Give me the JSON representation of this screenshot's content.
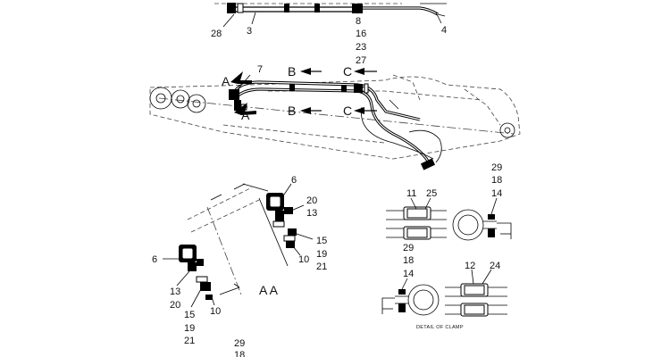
{
  "callouts_top": {
    "c28": "28",
    "c3": "3",
    "c8": "8",
    "c16": "16",
    "c23": "23",
    "c27": "27",
    "c4": "4"
  },
  "section_markers": {
    "a_top": "A",
    "a_bottom": "A",
    "b_top": "B",
    "b_bottom": "B",
    "c_top": "C",
    "c_bottom": "C",
    "c7": "7"
  },
  "view_aa": {
    "title": "A A",
    "c6_upper": "6",
    "c20_upper": "20",
    "c13_upper": "13",
    "c15_upper": "15",
    "c19_upper": "19",
    "c21_upper": "21",
    "c10_upper": "10",
    "c6_lower": "6",
    "c13_lower": "13",
    "c20_lower": "20",
    "c15_lower": "15",
    "c19_lower": "19",
    "c21_lower": "21",
    "c10_lower": "10"
  },
  "clamp_detail": {
    "c11": "11",
    "c25": "25",
    "c29_r": "29",
    "c18_r": "18",
    "c14_r": "14",
    "c29_l": "29",
    "c18_l": "18",
    "c14_l": "14",
    "c12": "12",
    "c24": "24",
    "caption": "DETAIL OF CLAMP"
  },
  "bottom_callouts": {
    "c29": "29",
    "c18": "18"
  }
}
